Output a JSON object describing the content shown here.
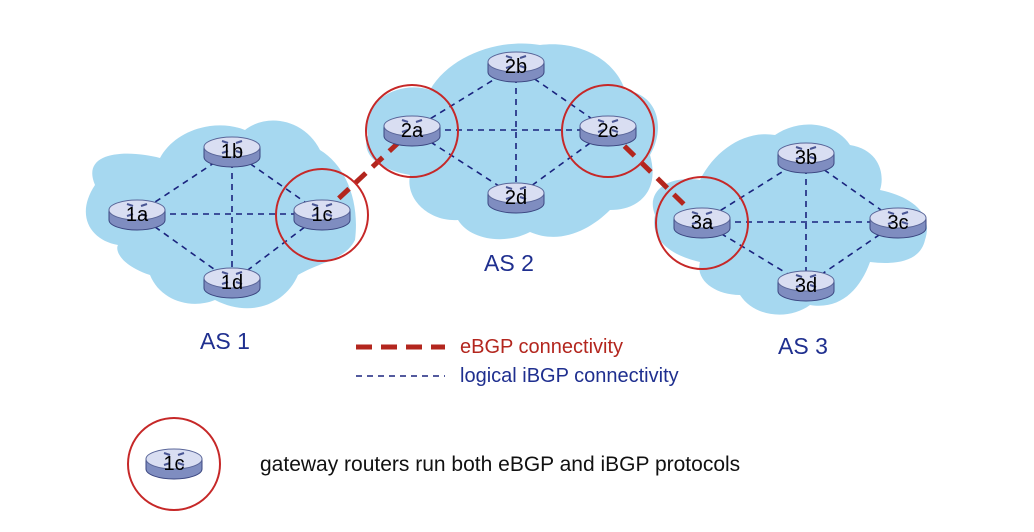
{
  "colors": {
    "cloud": "#a6d8f0",
    "ibgp_line": "#1a237e",
    "ebgp_line": "#b3261e",
    "gateway_circle": "#c62828",
    "router_body": "#7f8dc0",
    "router_top": "#d9def2",
    "as_label": "#1f2f8f"
  },
  "autonomous_systems": [
    {
      "label": "AS 1"
    },
    {
      "label": "AS 2"
    },
    {
      "label": "AS 3"
    }
  ],
  "routers": [
    {
      "id": "1a",
      "label": "1a",
      "gateway": false
    },
    {
      "id": "1b",
      "label": "1b",
      "gateway": false
    },
    {
      "id": "1c",
      "label": "1c",
      "gateway": true
    },
    {
      "id": "1d",
      "label": "1d",
      "gateway": false
    },
    {
      "id": "2a",
      "label": "2a",
      "gateway": true
    },
    {
      "id": "2b",
      "label": "2b",
      "gateway": false
    },
    {
      "id": "2c",
      "label": "2c",
      "gateway": true
    },
    {
      "id": "2d",
      "label": "2d",
      "gateway": false
    },
    {
      "id": "3a",
      "label": "3a",
      "gateway": true
    },
    {
      "id": "3b",
      "label": "3b",
      "gateway": false
    },
    {
      "id": "3c",
      "label": "3c",
      "gateway": false
    },
    {
      "id": "3d",
      "label": "3d",
      "gateway": false
    }
  ],
  "ibgp_links": [
    [
      "1a",
      "1b"
    ],
    [
      "1a",
      "1c"
    ],
    [
      "1a",
      "1d"
    ],
    [
      "1b",
      "1c"
    ],
    [
      "1b",
      "1d"
    ],
    [
      "1c",
      "1d"
    ],
    [
      "2a",
      "2b"
    ],
    [
      "2a",
      "2c"
    ],
    [
      "2a",
      "2d"
    ],
    [
      "2b",
      "2c"
    ],
    [
      "2b",
      "2d"
    ],
    [
      "2c",
      "2d"
    ],
    [
      "3a",
      "3b"
    ],
    [
      "3a",
      "3c"
    ],
    [
      "3a",
      "3d"
    ],
    [
      "3b",
      "3c"
    ],
    [
      "3b",
      "3d"
    ],
    [
      "3c",
      "3d"
    ]
  ],
  "ebgp_links": [
    [
      "1c",
      "2a"
    ],
    [
      "2c",
      "3a"
    ]
  ],
  "legend": {
    "ebgp_label": "eBGP connectivity",
    "ibgp_label": "logical iBGP connectivity",
    "gateway_router_label": "1c",
    "gateway_text": "gateway routers run both eBGP and iBGP protocols"
  }
}
